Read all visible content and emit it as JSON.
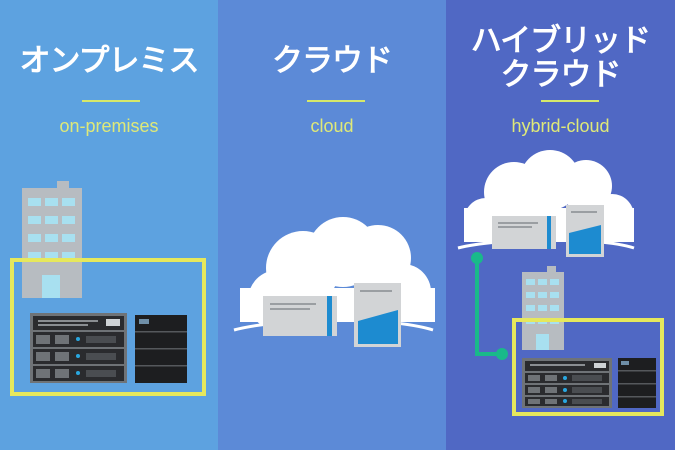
{
  "panels": [
    {
      "title_lines": [
        "オンプレミス"
      ],
      "subtitle": "on-premises"
    },
    {
      "title_lines": [
        "クラウド"
      ],
      "subtitle": "cloud"
    },
    {
      "title_lines": [
        "ハイブリッド",
        "クラウド"
      ],
      "subtitle": "hybrid-cloud"
    }
  ],
  "colors": {
    "panel_onpremises": "#5da2e0",
    "panel_cloud": "#5c8ad7",
    "panel_hybrid": "#5068c4",
    "accent_yellow": "#e6e85c",
    "connector_green": "#19b98a",
    "window_blue": "#1d8bd0"
  },
  "icons": [
    "office-building-icon",
    "server-rack-icon",
    "storage-cabinet-icon",
    "cloud-icon",
    "virtual-server-icon",
    "cloud-storage-icon",
    "hybrid-connector-icon"
  ]
}
